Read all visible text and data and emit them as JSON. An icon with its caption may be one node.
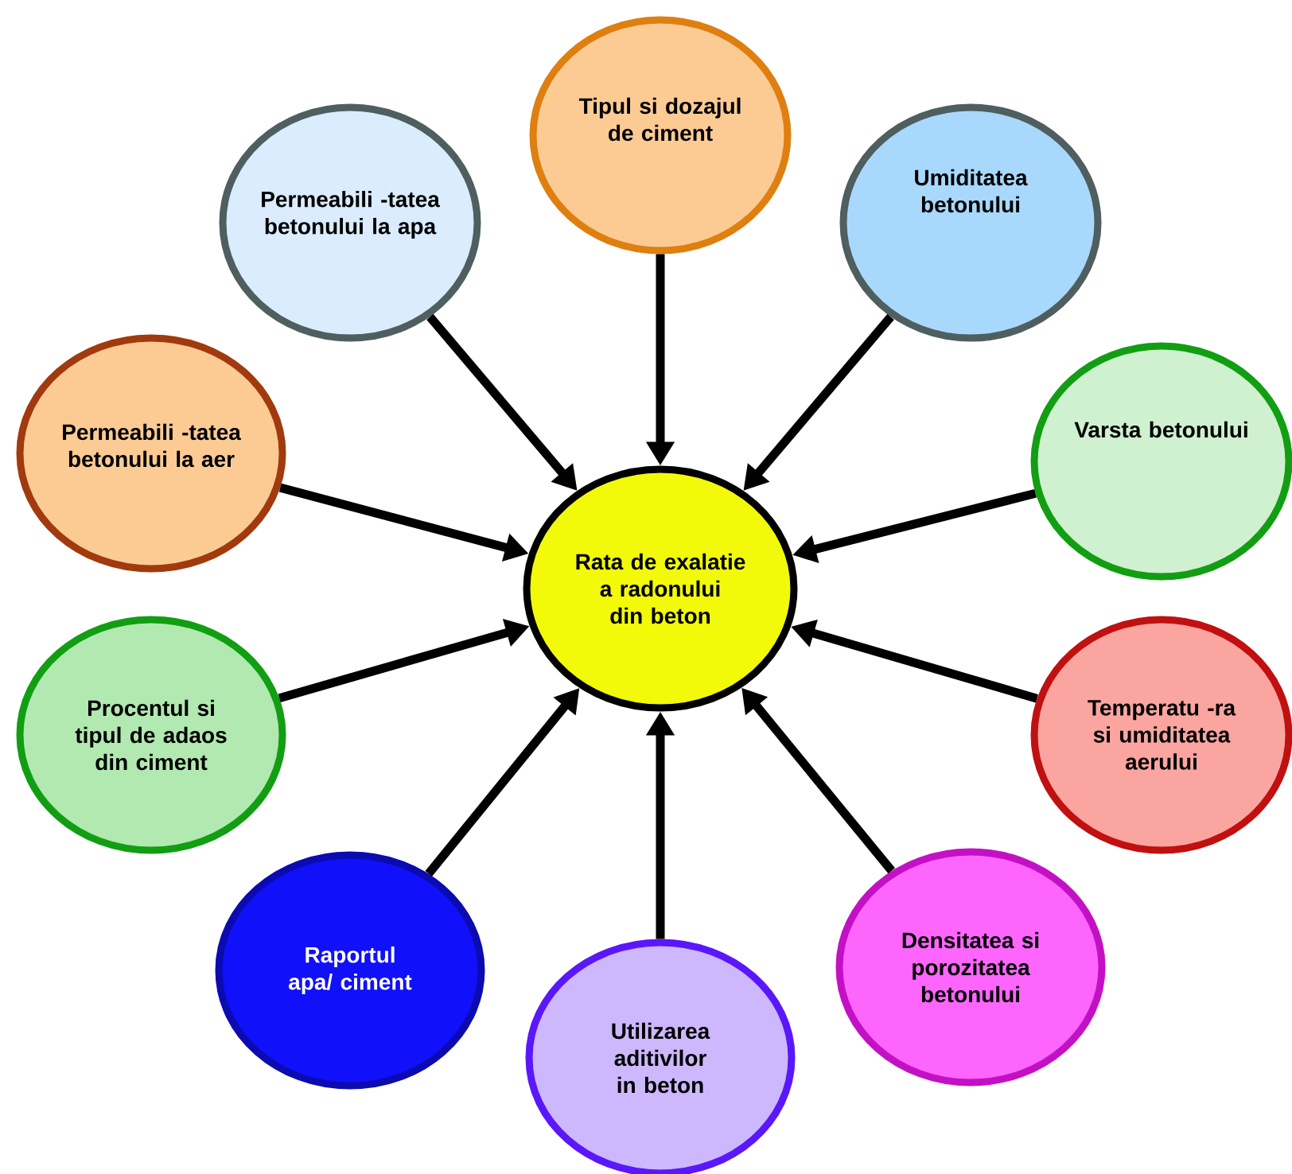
{
  "diagram": {
    "nodes": [
      {
        "text": [
          "Tipul si dozajul de ciment"
        ]
      },
      {
        "text": [
          "Permeabili -tatea betonului la apa"
        ]
      },
      {
        "text": [
          "Umiditatea betonului"
        ]
      },
      {
        "text": [
          "Permeabili -tatea betonului la aer"
        ]
      },
      {
        "text": [
          "Varsta betonului"
        ]
      },
      {
        "text": [
          "Rata de exalatie a radonului din beton"
        ]
      },
      {
        "text": [
          "Procentul si tipul de adaos din ciment"
        ]
      },
      {
        "text": [
          "Temperatu -ra si umiditatea aerului"
        ]
      },
      {
        "text": [
          "Raportul apa/ ciment"
        ]
      },
      {
        "text": [
          "Densitatea si porozitatea betonului"
        ]
      },
      {
        "text": [
          "Utilizarea aditivilor in beton"
        ]
      }
    ],
    "edges": [
      {
        "from": 0,
        "to": 5,
        "arrow": "to"
      },
      {
        "from": 1,
        "to": 5,
        "arrow": "to"
      },
      {
        "from": 2,
        "to": 5,
        "arrow": "to"
      },
      {
        "from": 3,
        "to": 5,
        "arrow": "to"
      },
      {
        "from": 4,
        "to": 5,
        "arrow": "to"
      },
      {
        "from": 6,
        "to": 5,
        "arrow": "to"
      },
      {
        "from": 7,
        "to": 5,
        "arrow": "to"
      },
      {
        "from": 8,
        "to": 5,
        "arrow": "to"
      },
      {
        "from": 9,
        "to": 5,
        "arrow": "to"
      },
      {
        "from": 10,
        "to": 5,
        "arrow": "to"
      }
    ]
  }
}
